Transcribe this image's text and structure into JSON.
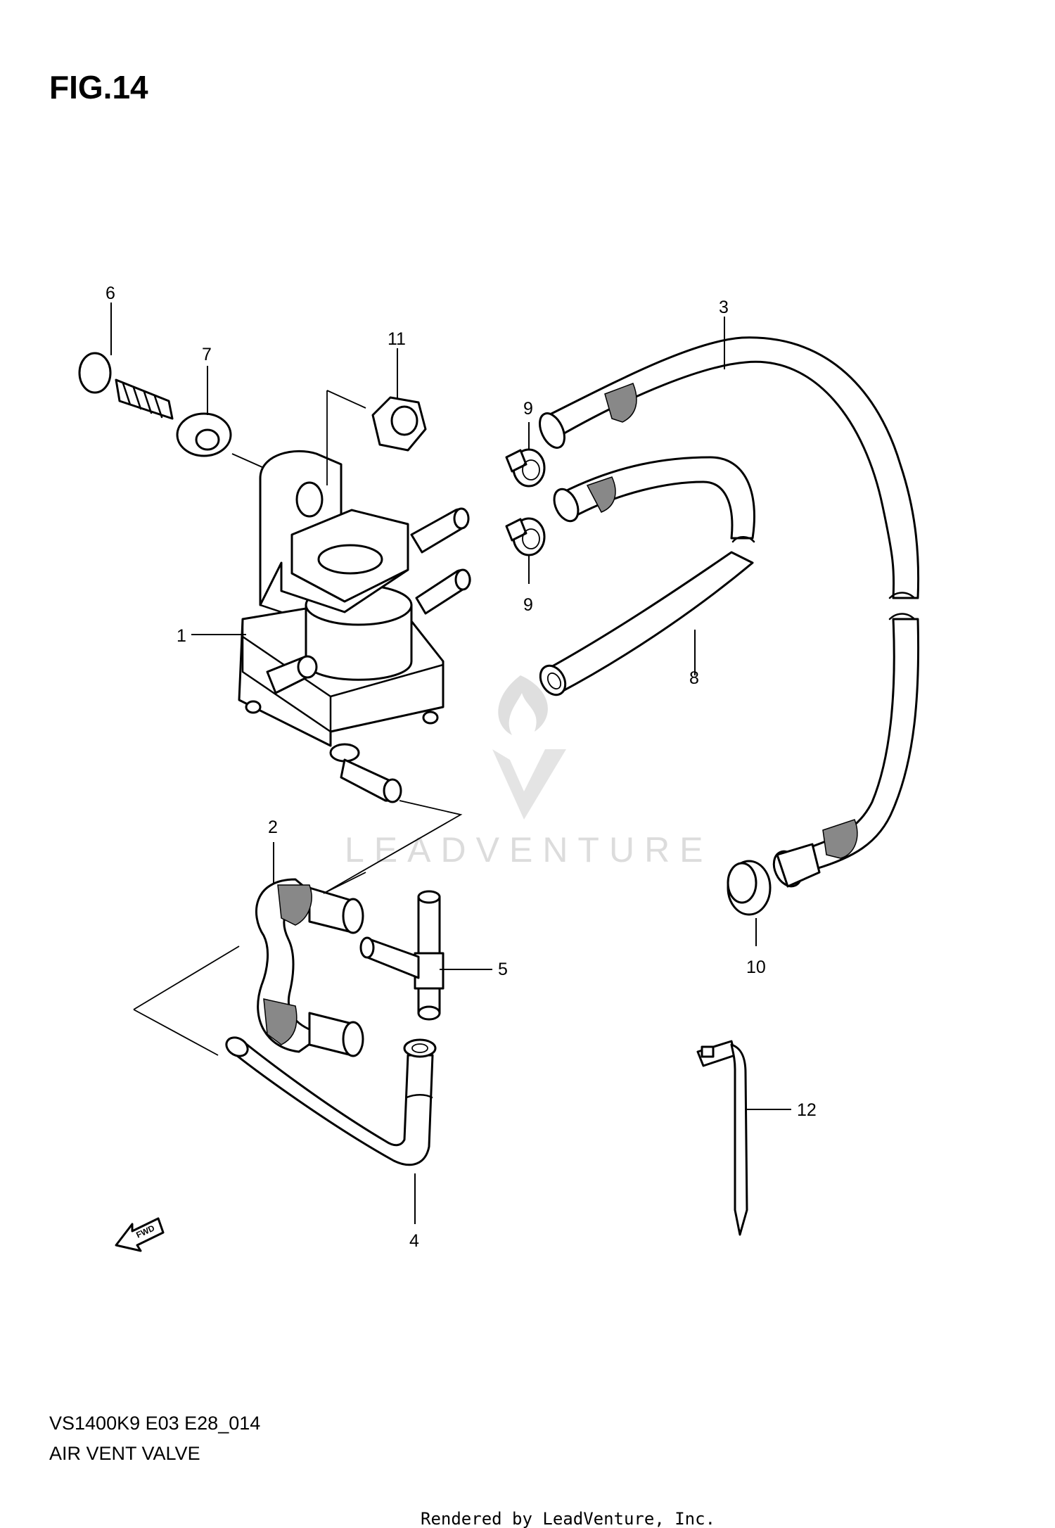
{
  "figure": {
    "title": "FIG.14",
    "code": "VS1400K9 E03 E28_014",
    "name": "AIR VENT VALVE"
  },
  "callouts": [
    "1",
    "2",
    "3",
    "4",
    "5",
    "6",
    "7",
    "8",
    "9",
    "9",
    "10",
    "11",
    "12"
  ],
  "fwd_label": "FWD",
  "watermark": {
    "text": "LEADVENTURE",
    "color": "#d9d9d9"
  },
  "rendered_by": "Rendered by LeadVenture, Inc."
}
